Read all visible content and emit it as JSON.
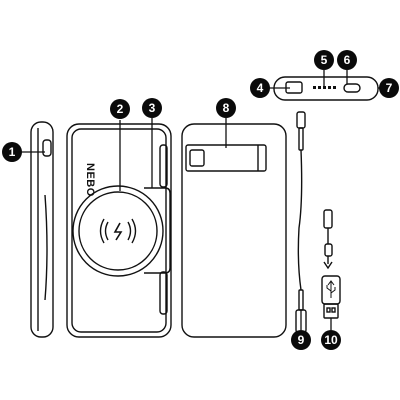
{
  "brand": {
    "logo_text": "NEBO"
  },
  "callouts": [
    {
      "id": "1",
      "label": "1"
    },
    {
      "id": "2",
      "label": "2"
    },
    {
      "id": "3",
      "label": "3"
    },
    {
      "id": "4",
      "label": "4"
    },
    {
      "id": "5",
      "label": "5"
    },
    {
      "id": "6",
      "label": "6"
    },
    {
      "id": "7",
      "label": "7"
    },
    {
      "id": "8",
      "label": "8"
    },
    {
      "id": "9",
      "label": "9"
    },
    {
      "id": "10",
      "label": "10"
    }
  ],
  "icons": {
    "wireless_charging": "wireless-charging-icon",
    "usb_symbol": "usb-symbol-icon",
    "arrow": "arrow-down-icon"
  },
  "colors": {
    "line": "#111111",
    "badge": "#0a0a0a",
    "background": "#ffffff"
  }
}
